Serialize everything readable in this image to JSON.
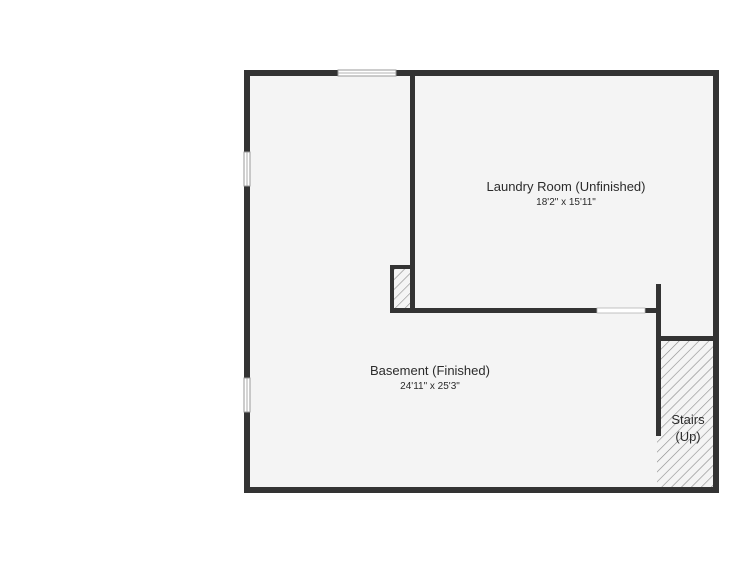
{
  "rooms": {
    "laundry": {
      "name": "Laundry Room (Unfinished)",
      "dimensions": "18'2\" x 15'11\""
    },
    "basement": {
      "name": "Basement (Finished)",
      "dimensions": "24'11\" x 25'3\""
    },
    "stairs": {
      "name_line1": "Stairs",
      "name_line2": "(Up)"
    }
  },
  "colors": {
    "wall": "#333333",
    "floor": "#f4f4f4",
    "window_fill": "#ffffff",
    "window_stroke": "#9a9a9a",
    "hatch": "#8a8a8a"
  }
}
